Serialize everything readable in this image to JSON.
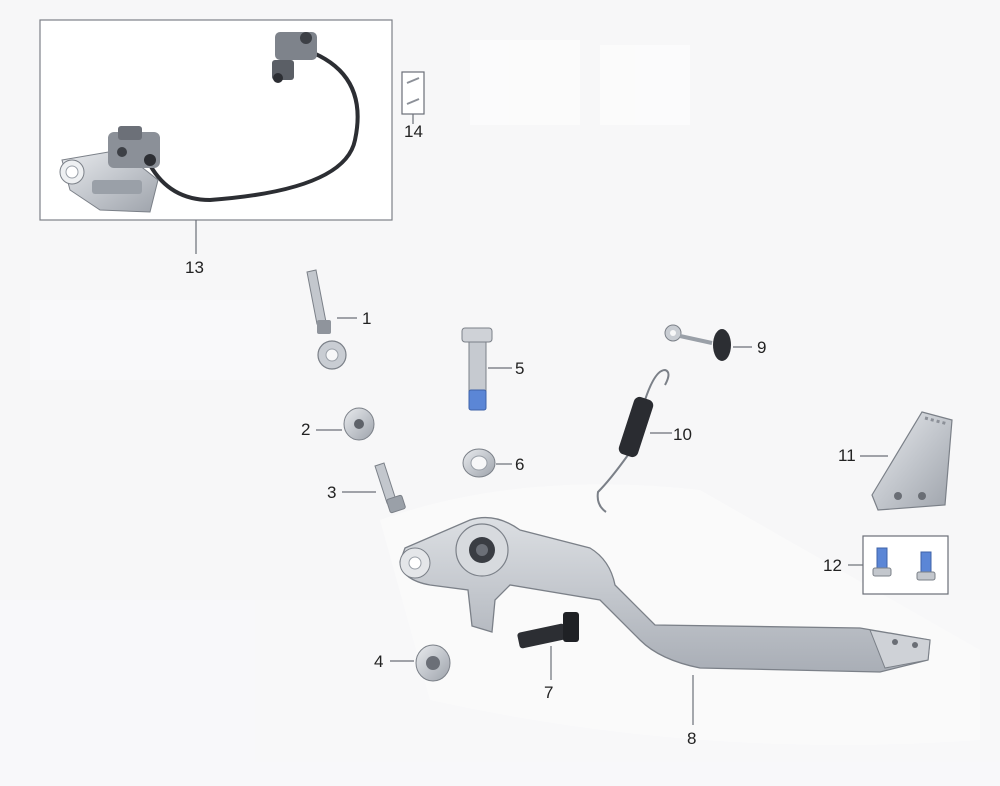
{
  "callouts": {
    "c1": "1",
    "c2": "2",
    "c3": "3",
    "c4": "4",
    "c5": "5",
    "c6": "6",
    "c7": "7",
    "c8": "8",
    "c9": "9",
    "c10": "10",
    "c11": "11",
    "c12": "12",
    "c13": "13",
    "c14": "14"
  },
  "colors": {
    "background": "#f7f7f8",
    "metal": "#c9cdd3",
    "dark_metal": "#3b3e44",
    "blue_threadlock": "#5b86d6",
    "outline": "#6b6f77"
  }
}
